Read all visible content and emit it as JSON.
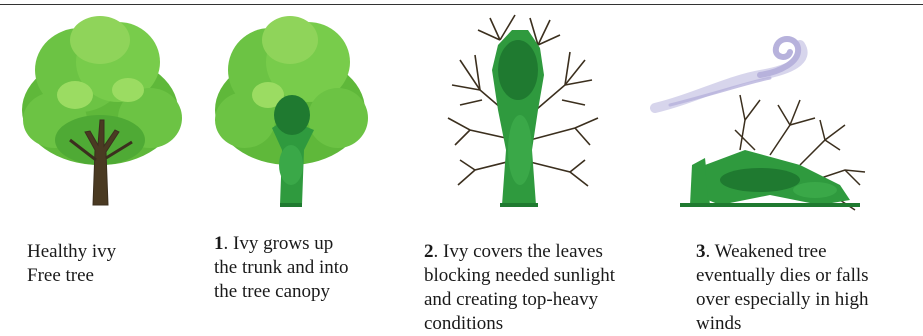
{
  "stages": [
    {
      "number": "",
      "text_lines": [
        "Healthy ivy",
        "Free tree"
      ],
      "illustration": "healthy-tree"
    },
    {
      "number": "1",
      "text_lines": [
        ". Ivy grows up",
        "the trunk and  into",
        "the tree canopy"
      ],
      "illustration": "ivy-climbing-tree"
    },
    {
      "number": "2",
      "text_lines": [
        ". Ivy covers the leaves",
        "blocking needed sunlight",
        "and creating top-heavy",
        "conditions"
      ],
      "illustration": "ivy-smothered-tree"
    },
    {
      "number": "3",
      "text_lines": [
        ". Weakened tree",
        "eventually dies or falls",
        "over especially in high",
        "winds"
      ],
      "illustration": "fallen-tree-wind"
    }
  ],
  "colors": {
    "leaf_light": "#8fd45a",
    "leaf_mid": "#5fb83a",
    "leaf_dark": "#3e9a2c",
    "ivy": "#2f9a3e",
    "ivy_dark": "#1f7a30",
    "trunk": "#4a3a22",
    "branch": "#3b2f1e",
    "wind": "#b7b2dc"
  }
}
